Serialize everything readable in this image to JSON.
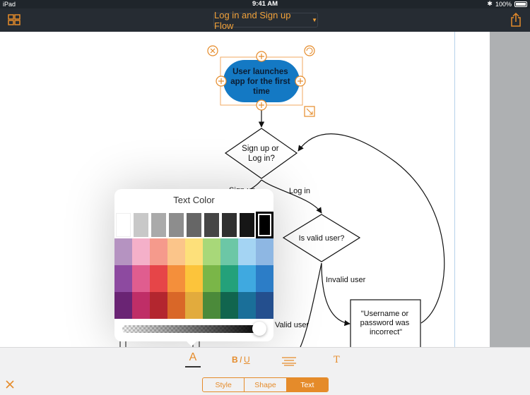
{
  "status_bar": {
    "left": "iPad",
    "time": "9:41 AM",
    "battery": "100%"
  },
  "nav": {
    "title": "Log in and Sign up Flow"
  },
  "flowchart": {
    "start_node": [
      "User launches",
      "app for the first",
      "time"
    ],
    "decision1": [
      "Sign up or",
      "Log in?"
    ],
    "decision2": "Is valid user?",
    "error_box": [
      "\"Username or",
      "password was",
      "incorrect\""
    ],
    "edge_signup": "Sign up",
    "edge_login": "Log in",
    "edge_invalid": "Invalid user",
    "edge_valid": "Valid user"
  },
  "popover": {
    "title": "Text Color",
    "rows": [
      [
        "#ffffff",
        "#c8c8c8",
        "#aaaaaa",
        "#8d8d8d",
        "#666666",
        "#454545",
        "#303030",
        "#161616",
        "#000000"
      ],
      [
        "#b593c1",
        "#f4b0c9",
        "#f59a8c",
        "#fbc58a",
        "#fde07a",
        "#a8d879",
        "#6cc7a6",
        "#a4d4f3",
        "#8eb7e3"
      ],
      [
        "#8d4aa0",
        "#e05d8f",
        "#e64548",
        "#f48f3b",
        "#fcc43b",
        "#7ab648",
        "#24a17a",
        "#3fa9e0",
        "#2c7dc7"
      ],
      [
        "#6a2474",
        "#bf2e67",
        "#b3262f",
        "#d96728",
        "#e2ab3d",
        "#4b8a3a",
        "#11654e",
        "#1a6f99",
        "#244f8e"
      ]
    ],
    "selected": "#000000",
    "opacity": 1.0
  },
  "toolbar": {
    "text_color": "A",
    "bold": "B",
    "italic": "I",
    "underline": "U",
    "font": "T"
  },
  "tabs": [
    {
      "label": "Style",
      "active": false
    },
    {
      "label": "Shape",
      "active": false
    },
    {
      "label": "Text",
      "active": true
    }
  ],
  "colors": {
    "accent": "#e58b2a",
    "node_fill": "#1479c4",
    "selection": "#f0a860"
  }
}
